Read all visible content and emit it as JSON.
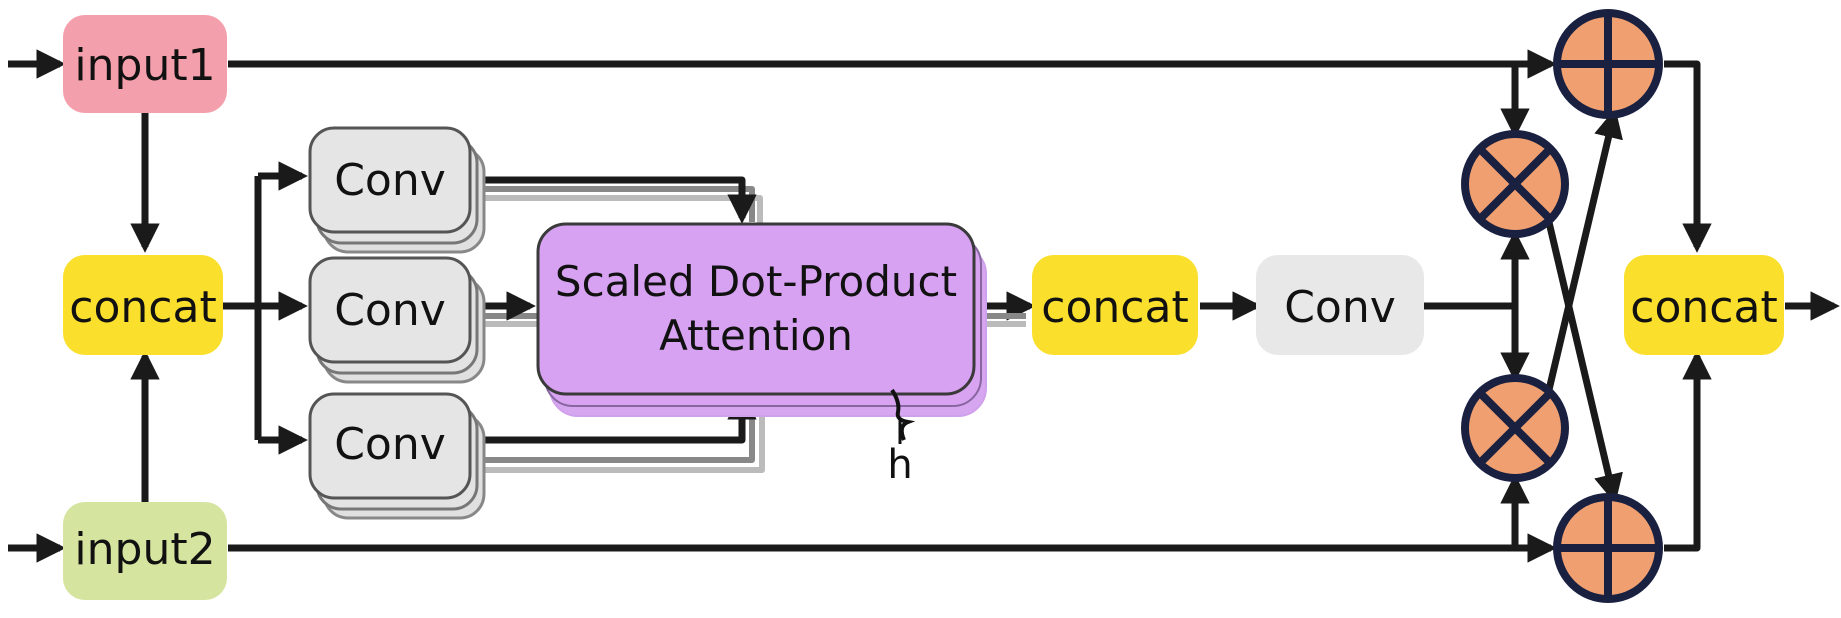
{
  "nodes": {
    "input1": {
      "label": "input1",
      "color": "#F4A0AC"
    },
    "input2": {
      "label": "input2",
      "color": "#D5E49E"
    },
    "concat_left": {
      "label": "concat",
      "color": "#FADF2C"
    },
    "conv_q": {
      "label": "Conv",
      "color": "#E5E5E5"
    },
    "conv_k": {
      "label": "Conv",
      "color": "#E5E5E5"
    },
    "conv_v": {
      "label": "Conv",
      "color": "#E5E5E5"
    },
    "attention": {
      "label_line1": "Scaled Dot-Product",
      "label_line2": "Attention",
      "color": "#D8A2F2"
    },
    "head_count": {
      "label": "h"
    },
    "concat_mid": {
      "label": "concat",
      "color": "#FADF2C"
    },
    "conv_out": {
      "label": "Conv",
      "color": "#E8E8E8"
    },
    "concat_right": {
      "label": "concat",
      "color": "#FADF2C"
    }
  },
  "operators": {
    "multiply_top": {
      "symbol": "multiply",
      "icon": "circle-times-icon"
    },
    "multiply_bottom": {
      "symbol": "multiply",
      "icon": "circle-times-icon"
    },
    "add_top": {
      "symbol": "add",
      "icon": "circle-plus-icon"
    },
    "add_bottom": {
      "symbol": "add",
      "icon": "circle-plus-icon"
    }
  },
  "colors": {
    "operator_fill": "#F0A070",
    "operator_stroke": "#1A2040",
    "line": "#1A1A1A",
    "box_stroke": "#555555"
  }
}
